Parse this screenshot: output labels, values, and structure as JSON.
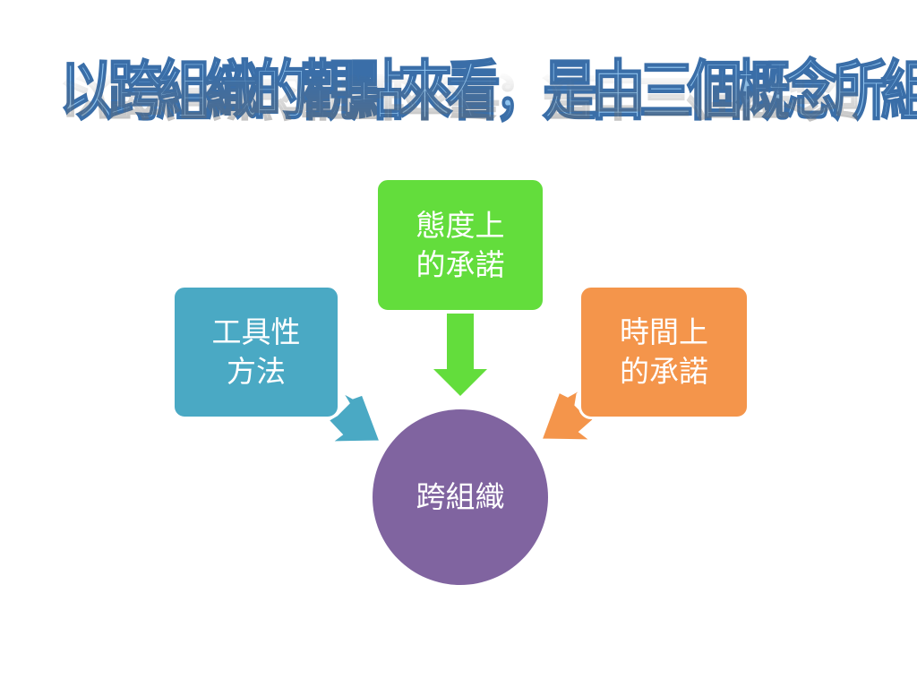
{
  "slide": {
    "title": "以跨組織的觀點來看，是由三個概念所組成"
  },
  "diagram": {
    "center": "跨組織",
    "nodes": [
      {
        "id": "tool",
        "label": "工具性\n方法",
        "color": "#4aa9c4"
      },
      {
        "id": "attitude",
        "label": "態度上\n的承諾",
        "color": "#63dd3c"
      },
      {
        "id": "time",
        "label": "時間上\n的承諾",
        "color": "#f4954b"
      }
    ],
    "center_color": "#8064a0"
  }
}
